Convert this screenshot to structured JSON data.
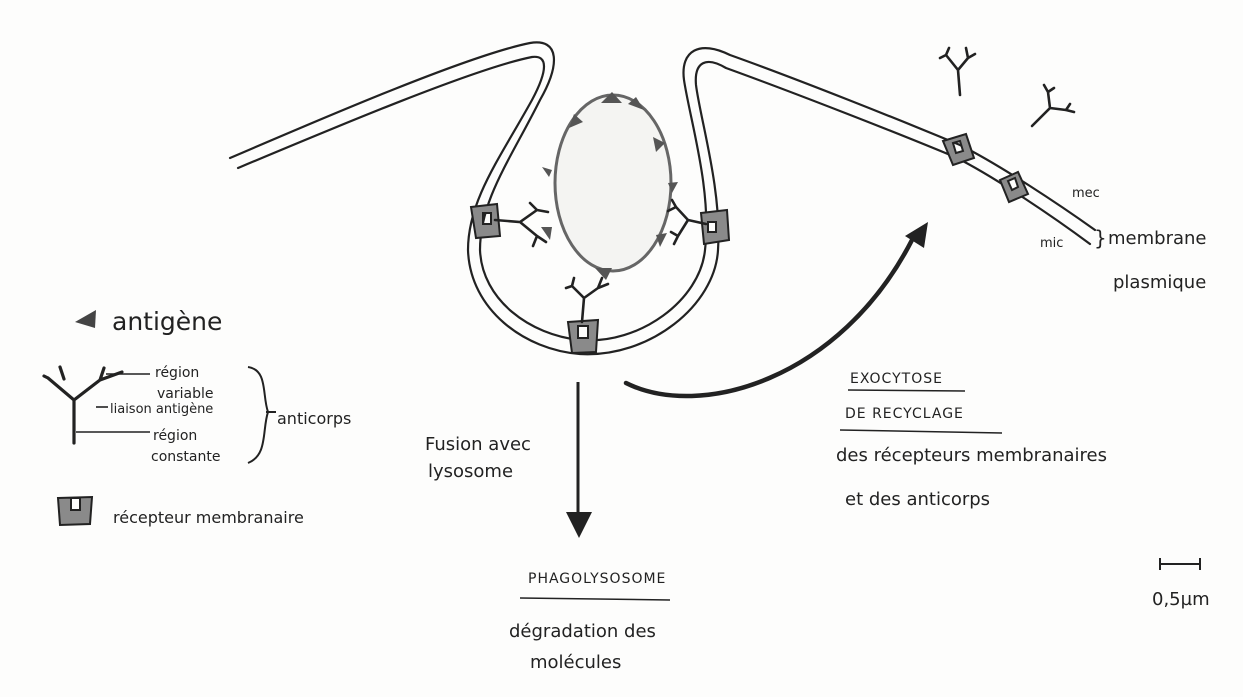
{
  "legend": {
    "antigen": "antigène",
    "variable_region": "région variable",
    "region_label": "région",
    "variable_label": "variable",
    "binding_site": "liaison antigène",
    "constant_label": "région",
    "constant_label2": "constante",
    "antibody": "anticorps",
    "receptor": "récepteur membranaire"
  },
  "membrane": {
    "mec": "mec",
    "mic": "mic",
    "title_line1": "membrane",
    "title_line2": "plasmique"
  },
  "pathway_down": {
    "arrow_label_line1": "Fusion avec",
    "arrow_label_line2": "lysosome",
    "result_title": "PHAGOLYSOSOME",
    "result_line1": "dégradation des",
    "result_line2": "molécules"
  },
  "pathway_right": {
    "title_line1": "EXOCYTOSE",
    "title_line2": "DE RECYCLAGE",
    "desc_line1": "des récepteurs membranaires",
    "desc_line2": "et des anticorps"
  },
  "scale_bar": {
    "label": "0,5µm"
  },
  "colors": {
    "ink": "#222222",
    "receptor_gray": "#8a8a8a",
    "antigen_gray": "#555555"
  }
}
